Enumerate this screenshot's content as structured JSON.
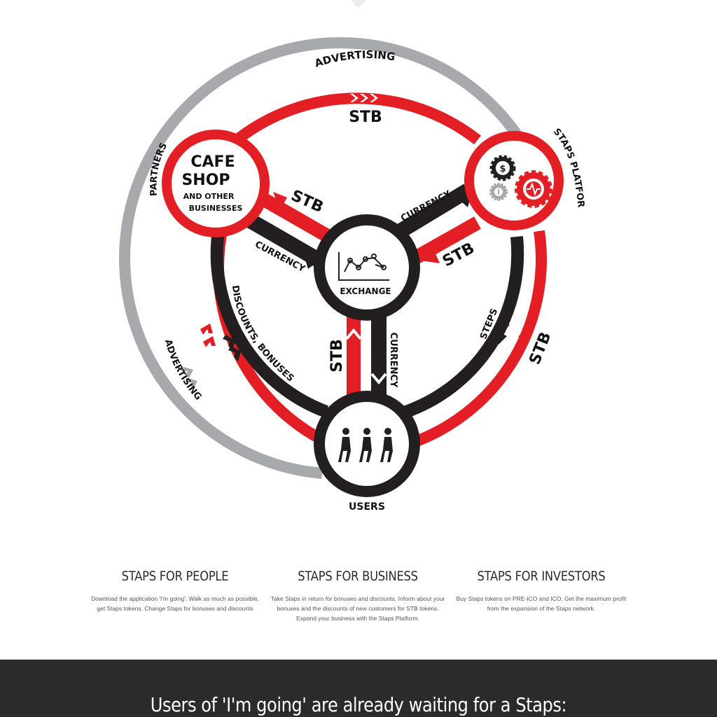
{
  "diagram": {
    "nodes": {
      "partners": {
        "line1": "CAFE",
        "line2": "SHOP",
        "line3": "AND OTHER",
        "line4": "BUSINESSES",
        "caption": "PARTNERS"
      },
      "platform": {
        "caption": "STAPS PLATFORM",
        "icons": [
          "dollar-gear-icon",
          "info-gear-icon",
          "heartbeat-gear-icon"
        ]
      },
      "exchange": {
        "label": "EXCHANGE",
        "icon": "line-chart-icon"
      },
      "users": {
        "label": "USERS",
        "icon": "walking-people-icon"
      }
    },
    "flows": {
      "advertising_top": "ADVERTISING",
      "stb_top": "STB",
      "stb_partners": "STB",
      "currency_partners": "CURRENCY",
      "currency_platform": "CURRENCY",
      "stb_platform": "STB",
      "stb_users": "STB",
      "currency_users": "CURRENCY",
      "discounts": "DISCOUNTS, BONUSES",
      "advertising_left": "ADVERTISING",
      "steps": "STEPS",
      "stb_right": "STB"
    },
    "colors": {
      "red": "#e31e24",
      "black": "#231f20",
      "gray": "#a8a9ac"
    }
  },
  "features": [
    {
      "title": "STAPS FOR PEOPLE",
      "text": "Download the application 'I'm going'. Walk as much as possible, get Staps tokens. Change Staps for bonuses and discounts"
    },
    {
      "title": "STAPS FOR BUSINESS",
      "text": "Take Staps in return for bonuses and discounts. Inform about your bonuses and the discounts of new customers for STB tokens. Expand your business with the Staps Platform."
    },
    {
      "title": "STAPS FOR INVESTORS",
      "text": "Buy Staps tokens on PRE-ICO and ICO. Get the maximum profit from the expansion of the Staps network."
    }
  ],
  "footer": {
    "title": "Users of 'I'm going' are already waiting for a Staps:"
  }
}
